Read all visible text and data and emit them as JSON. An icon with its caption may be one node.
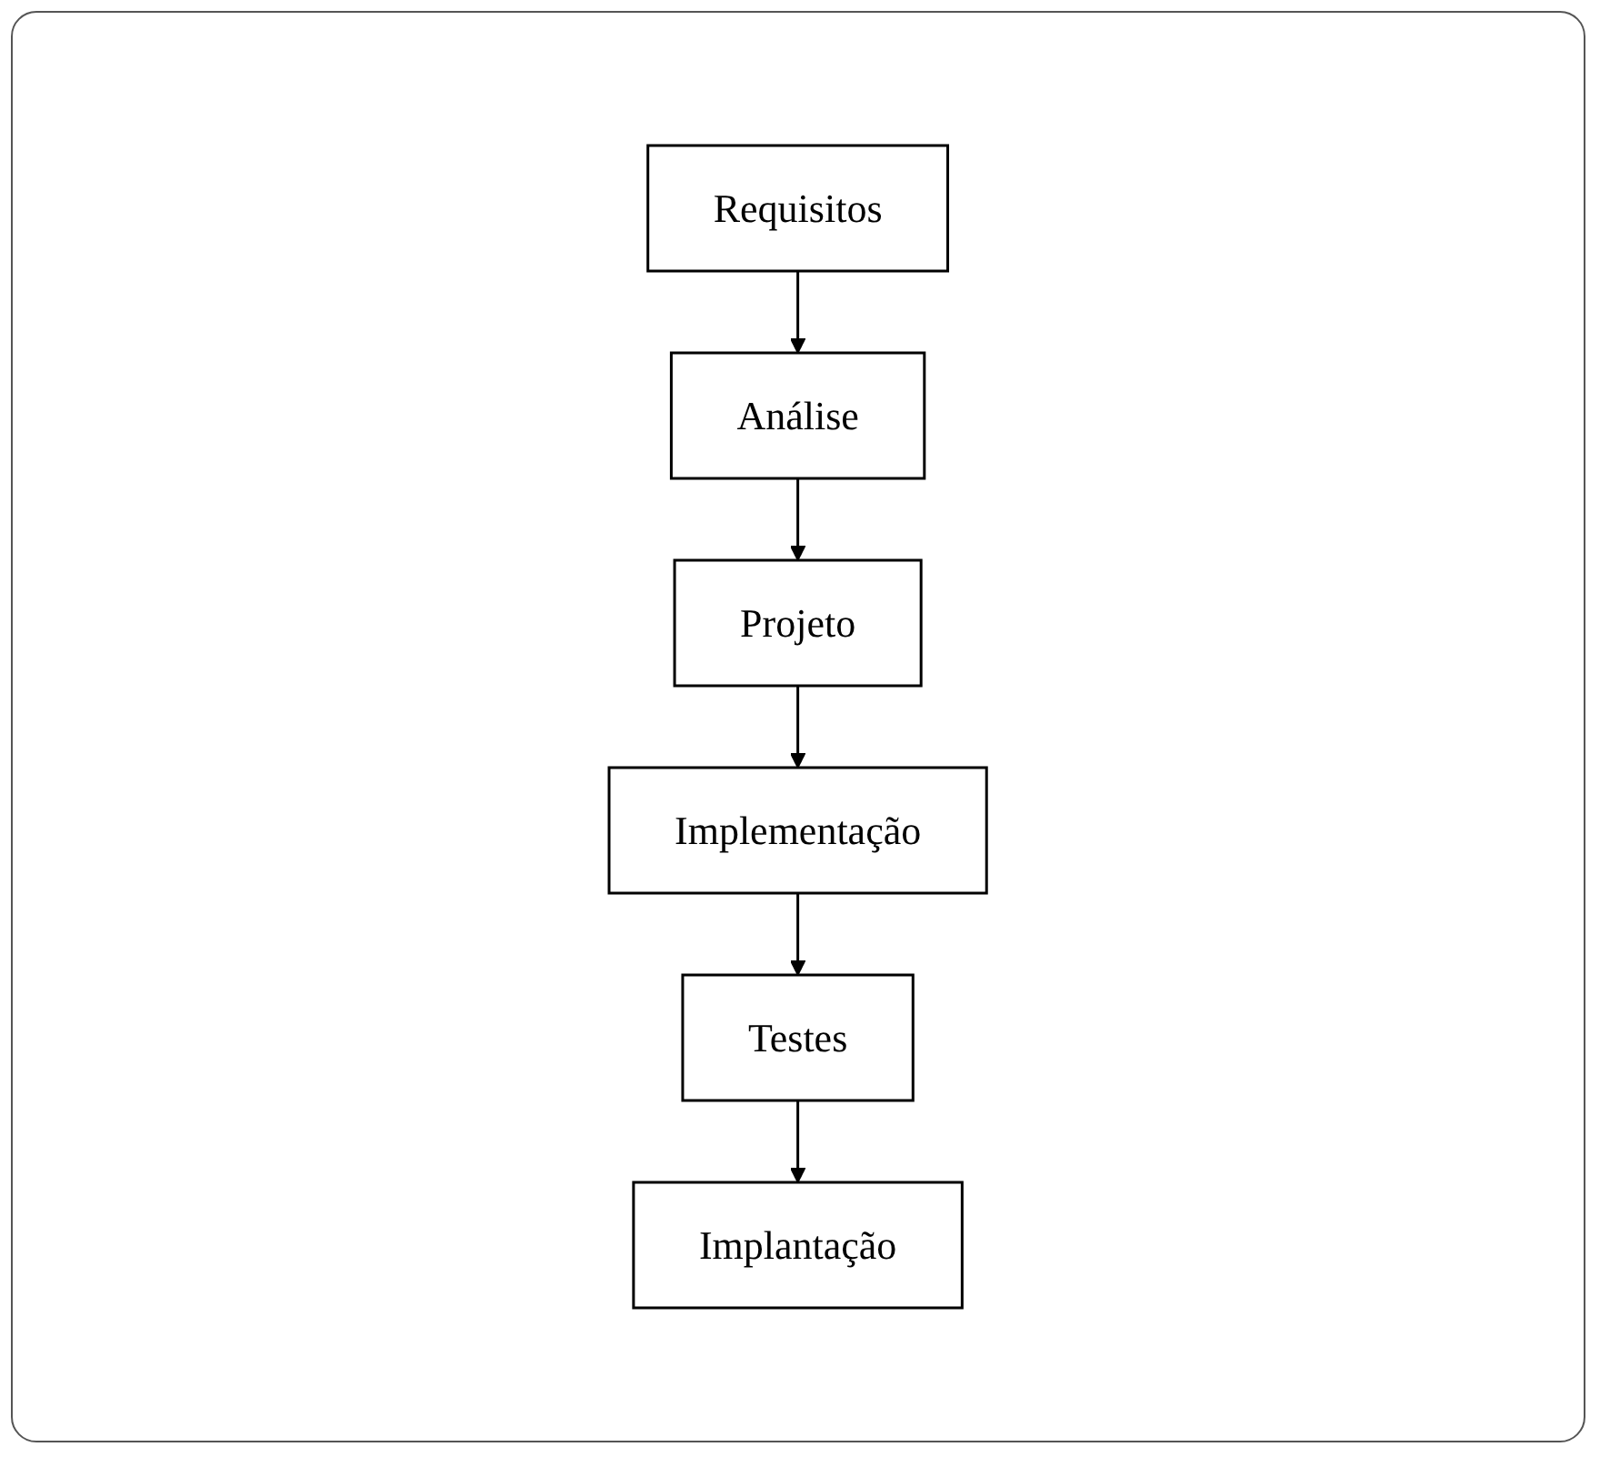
{
  "diagram": {
    "nodes": [
      {
        "text": [
          "Requisitos"
        ]
      },
      {
        "text": [
          "Análise"
        ]
      },
      {
        "text": [
          "Projeto"
        ]
      },
      {
        "text": [
          "Implementação"
        ]
      },
      {
        "text": [
          "Testes"
        ]
      },
      {
        "text": [
          "Implantação"
        ]
      }
    ],
    "edges": [
      {
        "from": 0,
        "to": 1,
        "arrow": "to"
      },
      {
        "from": 1,
        "to": 2,
        "arrow": "to"
      },
      {
        "from": 2,
        "to": 3,
        "arrow": "to"
      },
      {
        "from": 3,
        "to": 4,
        "arrow": "to"
      },
      {
        "from": 4,
        "to": 5,
        "arrow": "to"
      }
    ]
  }
}
